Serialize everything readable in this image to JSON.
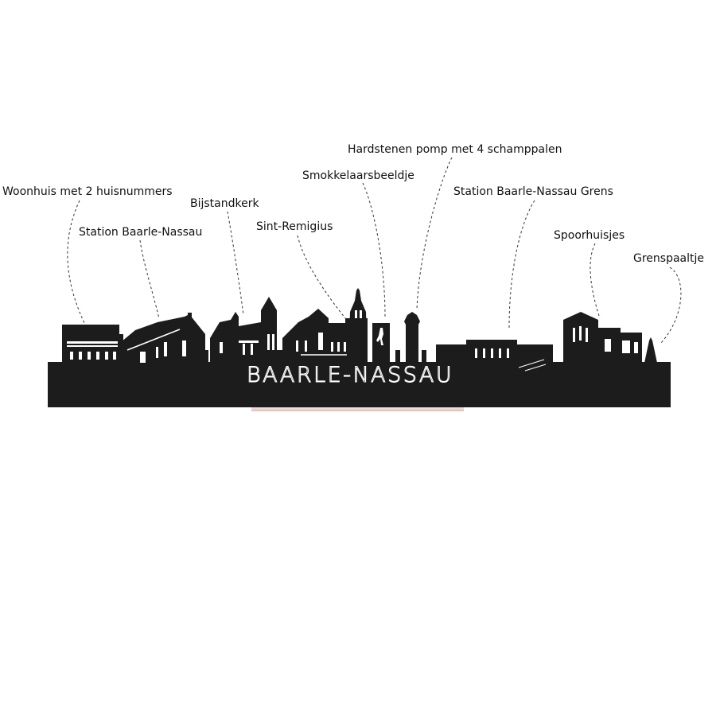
{
  "title": "BAARLE-NASSAU",
  "labels": [
    {
      "id": "woonhuis",
      "text": "Woonhuis met 2 huisnummers"
    },
    {
      "id": "station",
      "text": "Station Baarle-Nassau"
    },
    {
      "id": "bijstandkerk",
      "text": "Bijstandkerk"
    },
    {
      "id": "sint-remigius",
      "text": "Sint-Remigius"
    },
    {
      "id": "smokkelaarsbeeldje",
      "text": "Smokkelaarsbeeldje"
    },
    {
      "id": "pomp",
      "text": "Hardstenen pomp met 4 schamppalen"
    },
    {
      "id": "station-grens",
      "text": "Station Baarle-Nassau Grens"
    },
    {
      "id": "spoorhuisjes",
      "text": "Spoorhuisjes"
    },
    {
      "id": "grenspaaltje",
      "text": "Grenspaaltje"
    }
  ],
  "colors": {
    "silhouette": "#1c1c1c",
    "base_edge": "#e7c9c6",
    "text": "#111111",
    "title": "#ffffff"
  }
}
